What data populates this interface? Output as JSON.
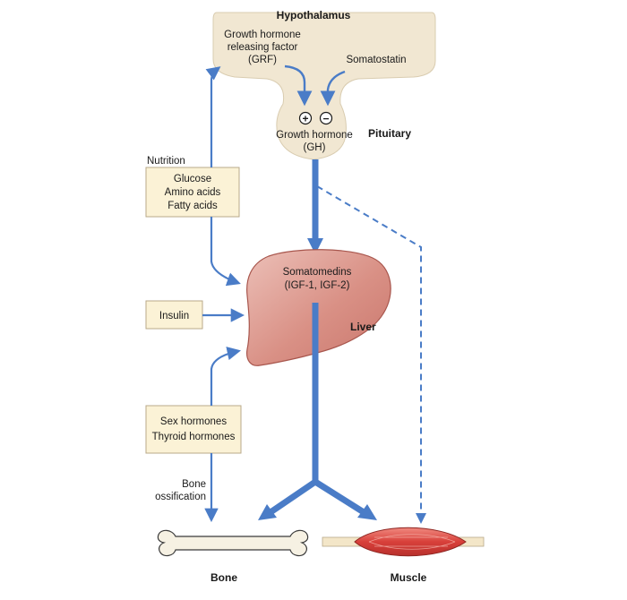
{
  "labels": {
    "hypothalamus": "Hypothalamus",
    "grf_line1": "Growth hormone",
    "grf_line2": "releasing factor",
    "grf_line3": "(GRF)",
    "somatostatin": "Somatostatin",
    "plus": "+",
    "minus": "−",
    "gh_line1": "Growth hormone",
    "gh_line2": "(GH)",
    "pituitary": "Pituitary",
    "nutrition": "Nutrition",
    "glucose": "Glucose",
    "amino_acids": "Amino acids",
    "fatty_acids": "Fatty acids",
    "insulin": "Insulin",
    "somatomedins_line1": "Somatomedins",
    "somatomedins_line2": "(IGF-1, IGF-2)",
    "liver": "Liver",
    "sex_hormones": "Sex hormones",
    "thyroid_hormones": "Thyroid hormones",
    "bone_ossification_line1": "Bone",
    "bone_ossification_line2": "ossification",
    "bone": "Bone",
    "muscle": "Muscle"
  },
  "colors": {
    "arrow_blue": "#4a7cc7",
    "gland_fill": "#f1e7d2",
    "box_fill": "#fbf2d6",
    "box_stroke": "#b8a98a",
    "liver_fill": "#dc9a92",
    "muscle_fill": "#e0524a",
    "bone_fill": "#f6f1e3"
  }
}
